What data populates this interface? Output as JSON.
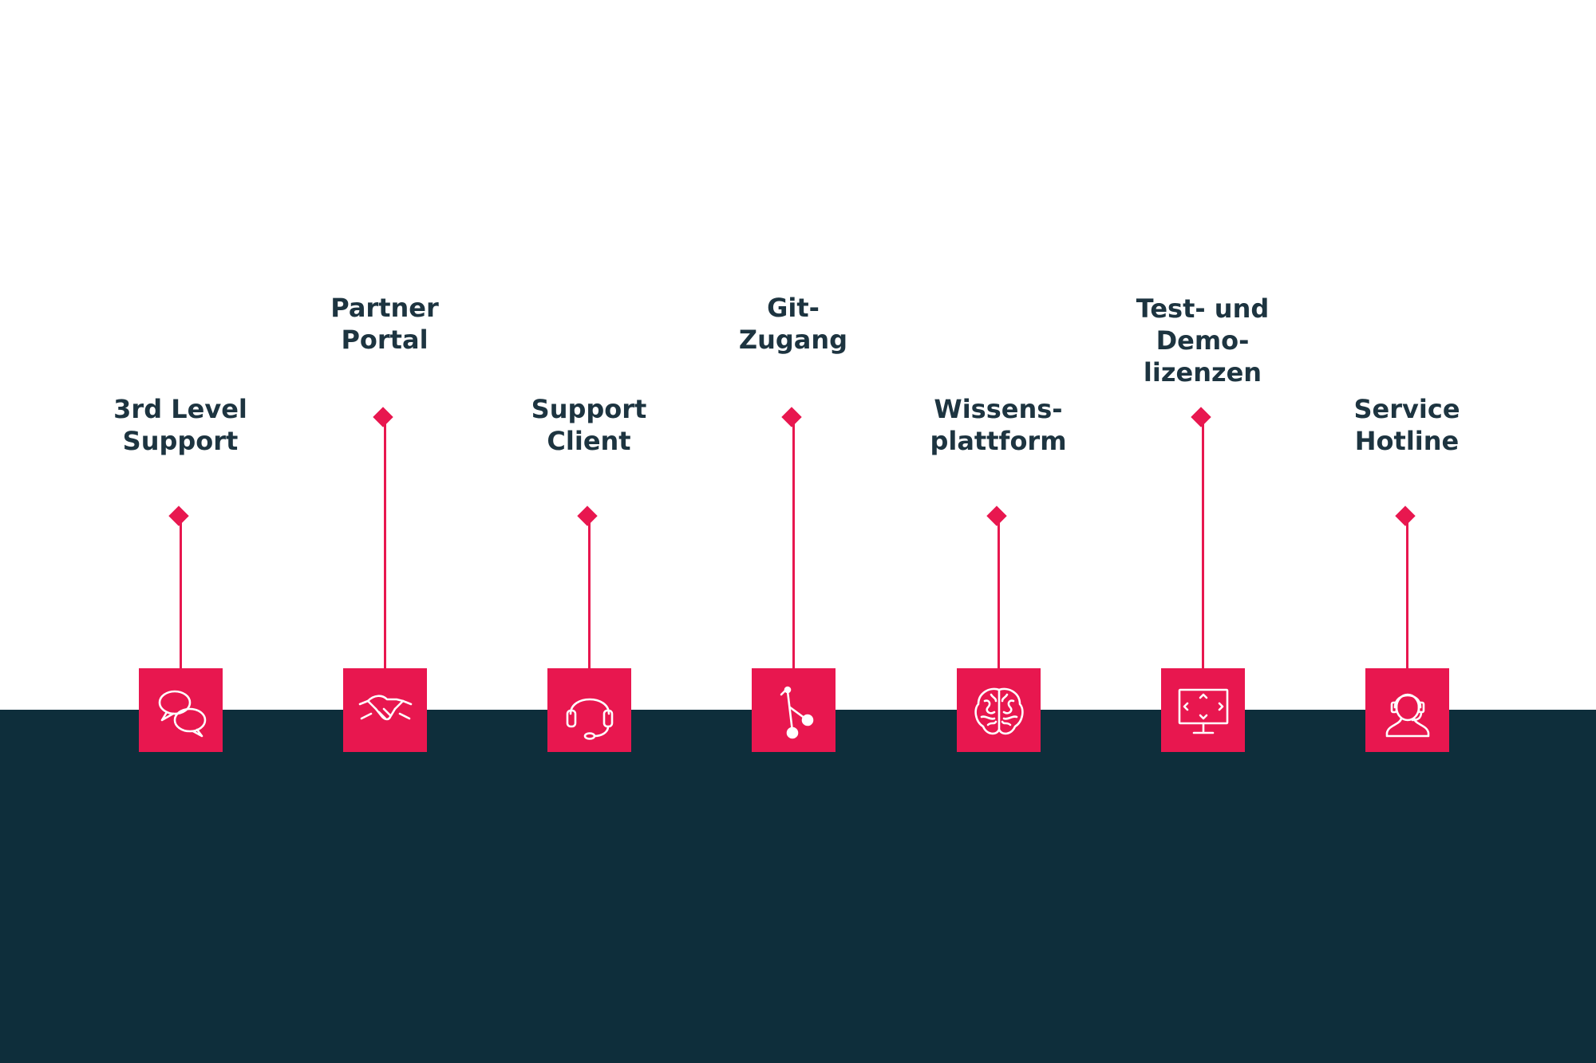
{
  "colors": {
    "accent": "#e8174f",
    "band": "#0e2e3b",
    "text": "#1d3440",
    "background": "#ffffff"
  },
  "nodes": [
    {
      "id": "third-level-support",
      "lines": [
        "3rd Level",
        "Support"
      ],
      "icon": "chat-bubbles-icon",
      "stem": "short"
    },
    {
      "id": "partner-portal",
      "lines": [
        "Partner",
        "Portal"
      ],
      "icon": "handshake-icon",
      "stem": "tall"
    },
    {
      "id": "support-client",
      "lines": [
        "Support",
        "Client"
      ],
      "icon": "headset-icon",
      "stem": "short"
    },
    {
      "id": "git-zugang",
      "lines": [
        "Git-",
        "Zugang"
      ],
      "icon": "git-branch-icon",
      "stem": "tall"
    },
    {
      "id": "wissensplattform",
      "lines": [
        "Wissens-",
        "plattform"
      ],
      "icon": "brain-icon",
      "stem": "short"
    },
    {
      "id": "test-und-demolizenzen",
      "lines": [
        "Test- und",
        "Demo-",
        "lizenzen"
      ],
      "icon": "monitor-icon",
      "stem": "tall"
    },
    {
      "id": "service-hotline",
      "lines": [
        "Service",
        "Hotline"
      ],
      "icon": "support-agent-icon",
      "stem": "short"
    }
  ]
}
